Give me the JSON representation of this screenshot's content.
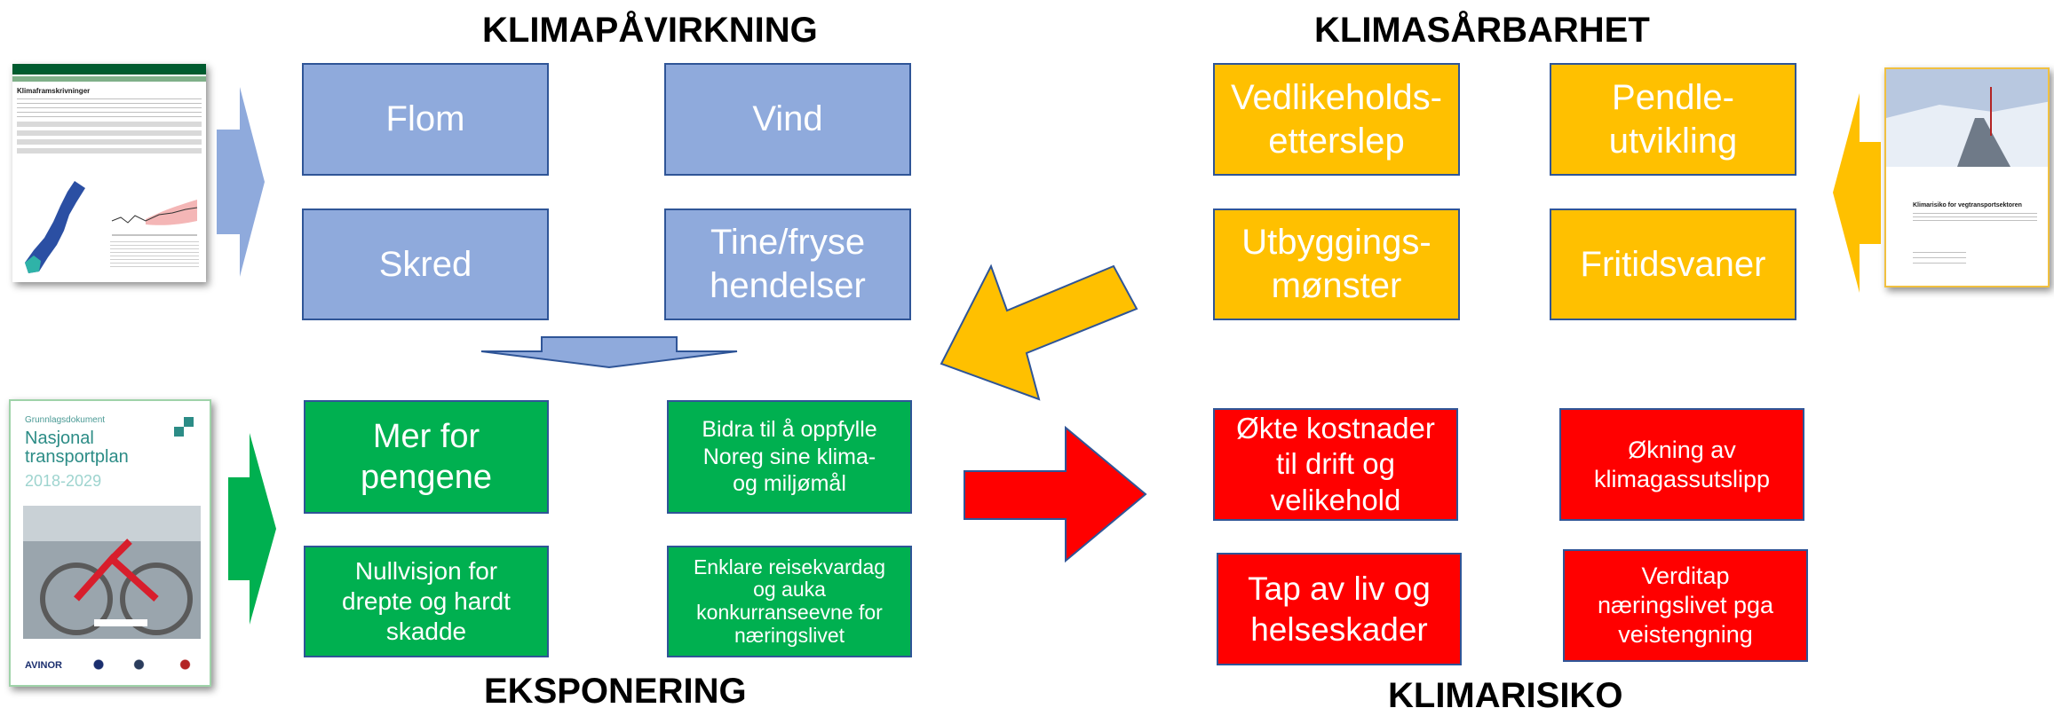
{
  "headings": {
    "impact": "KLIMAPÅVIRKNING",
    "vulnerability": "KLIMASÅRBARHET",
    "exposure": "EKSPONERING",
    "risk": "KLIMARISIKO"
  },
  "impact_boxes": [
    "Flom",
    "Vind",
    "Skred",
    "Tine/fryse\nhendelser"
  ],
  "vulnerability_boxes": [
    "Vedlikeholds-\netterslep",
    "Pendle-\nutvikling",
    "Utbyggings-\nmønster",
    "Fritidsvaner"
  ],
  "exposure_boxes": [
    "Mer for\npengene",
    "Bidra til å oppfylle\nNoreg sine klima-\nog miljømål",
    "Nullvisjon for\ndrepte og hardt\nskadde",
    "Enklare reisekvardag\nog auka\nkonkurranseevne for\nnæringslivet"
  ],
  "risk_boxes": [
    "Økte kostnader\ntil drift og\nvelikehold",
    "Økning av\nklimagassutslipp",
    "Tap av liv og\nhelseskader",
    "Verditap\nnæringslivet pga\nveistengning"
  ],
  "thumbnails": {
    "web": {
      "title": "Klimaframskrivninger"
    },
    "ntp": {
      "label": "Grunnlagsdokument",
      "title": "Nasjonal\ntransportplan",
      "years": "2018-2029",
      "logo": "AVINOR"
    },
    "report": {
      "title": "Klimarisiko for vegtransportsektoren"
    }
  },
  "colors": {
    "impact": "#8faadc",
    "vulnerability": "#ffc000",
    "exposure": "#00b050",
    "risk": "#ff0000",
    "border": "#2f5597"
  }
}
